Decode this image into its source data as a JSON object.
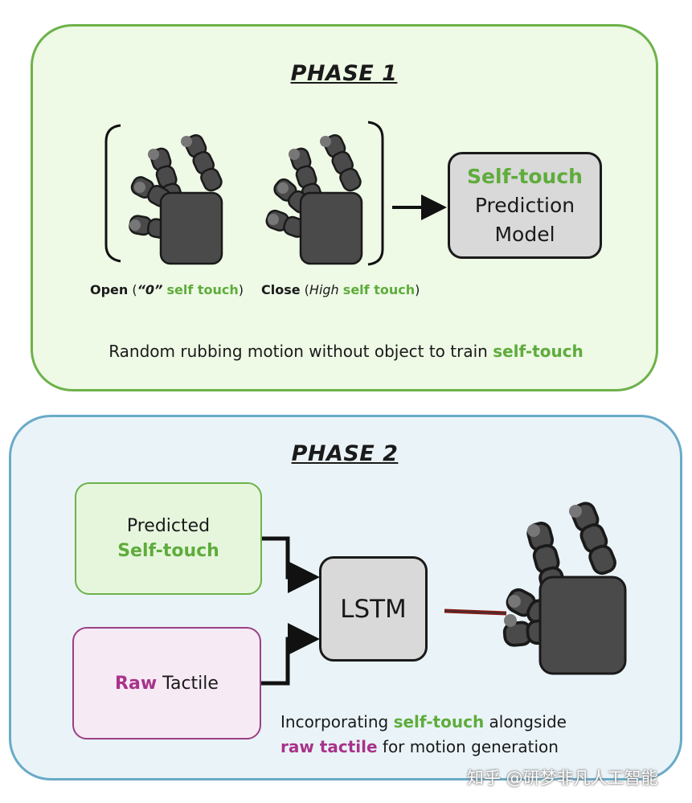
{
  "phase1": {
    "title": "PHASE 1",
    "open_label": {
      "word": "Open",
      "paren_open": " (",
      "quote": "“0”",
      "space": " ",
      "green": "self touch",
      "paren_close": ")"
    },
    "close_label": {
      "word": "Close",
      "paren_open": " (",
      "italic": "High",
      "space": " ",
      "green": "self touch",
      "paren_close": ")"
    },
    "model_box": {
      "line1": "Self-touch",
      "line2": "Prediction",
      "line3": "Model"
    },
    "caption": {
      "text": "Random rubbing motion without object to train ",
      "green": "self-touch"
    }
  },
  "phase2": {
    "title": "PHASE 2",
    "predicted_box": {
      "line1": "Predicted",
      "line2": "Self-touch"
    },
    "raw_box": {
      "purple": "Raw",
      "rest": " Tactile"
    },
    "lstm_label": "LSTM",
    "caption": {
      "part1": "Incorporating ",
      "green": "self-touch",
      "part2": " alongside",
      "purple": "raw tactile",
      "part3": " for motion generation"
    }
  },
  "watermark": "知乎 @研梦非凡人工智能",
  "colors": {
    "phase1_border": "#6db24a",
    "phase2_border": "#6aaac8",
    "green_text": "#5fac3c",
    "purple_text": "#a8338a",
    "hand": "#4a4a4a"
  }
}
